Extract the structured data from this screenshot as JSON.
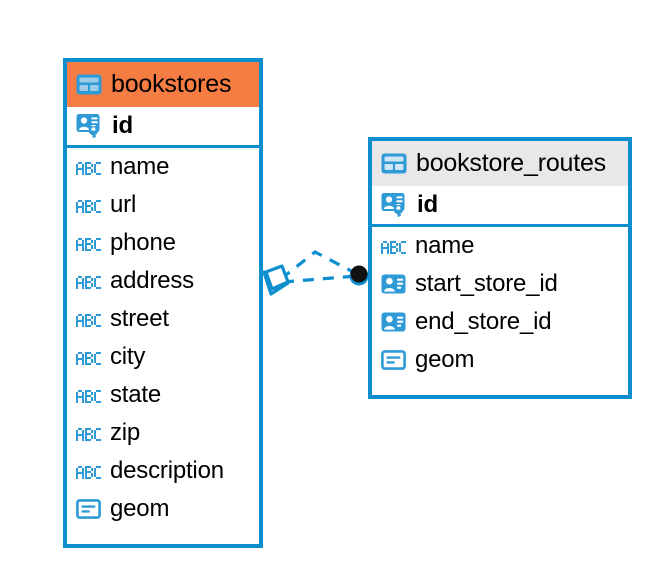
{
  "diagram": {
    "type": "entity-relationship-diagram",
    "background": "#ffffff",
    "accent_color": "#0d8ecf",
    "highlight_color": "#f57c42",
    "neutral_header_color": "#e8e8e8"
  },
  "entities": [
    {
      "name": "bookstores",
      "header_style": "accent",
      "header_icon": "table-icon",
      "primary_key": {
        "label": "id",
        "icon": "primary-key-icon",
        "type": "key"
      },
      "fields": [
        {
          "label": "name",
          "icon": "abc-icon",
          "type": "text"
        },
        {
          "label": "url",
          "icon": "abc-icon",
          "type": "text"
        },
        {
          "label": "phone",
          "icon": "abc-icon",
          "type": "text"
        },
        {
          "label": "address",
          "icon": "abc-icon",
          "type": "text"
        },
        {
          "label": "street",
          "icon": "abc-icon",
          "type": "text"
        },
        {
          "label": "city",
          "icon": "abc-icon",
          "type": "text"
        },
        {
          "label": "state",
          "icon": "abc-icon",
          "type": "text"
        },
        {
          "label": "zip",
          "icon": "abc-icon",
          "type": "text"
        },
        {
          "label": "description",
          "icon": "abc-icon",
          "type": "text"
        },
        {
          "label": "geom",
          "icon": "geom-icon",
          "type": "geometry"
        }
      ]
    },
    {
      "name": "bookstore_routes",
      "header_style": "neutral",
      "header_icon": "table-icon",
      "primary_key": {
        "label": "id",
        "icon": "primary-key-icon",
        "type": "key"
      },
      "fields": [
        {
          "label": "name",
          "icon": "abc-icon",
          "type": "text"
        },
        {
          "label": "start_store_id",
          "icon": "foreign-key-icon",
          "type": "reference"
        },
        {
          "label": "end_store_id",
          "icon": "foreign-key-icon",
          "type": "reference"
        },
        {
          "label": "geom",
          "icon": "geom-icon",
          "type": "geometry"
        }
      ]
    }
  ],
  "relationship": {
    "from_entity": "bookstores",
    "to_entity": "bookstore_routes",
    "line_style": "dashed",
    "line_color": "#0d8ecf",
    "source_marker": "diamond-crowsfoot-icon",
    "target_marker": "filled-circle-icon",
    "target_marker_color": "#000000"
  }
}
